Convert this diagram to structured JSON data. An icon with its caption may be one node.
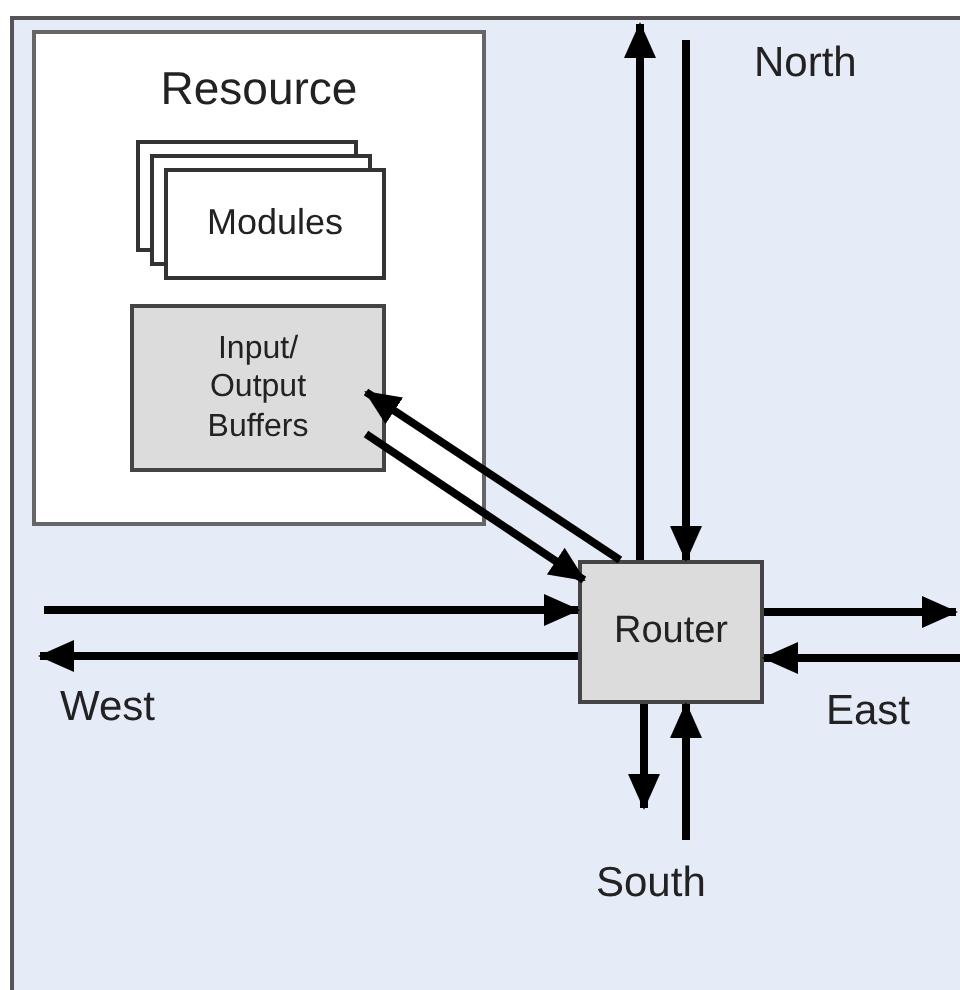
{
  "diagram": {
    "nodes": [
      {
        "text": [
          "Resource"
        ]
      },
      {
        "text": [
          "Modules"
        ],
        "in": 0
      },
      {
        "text": [
          "Input/ Output Buffers"
        ],
        "in": 0
      },
      {
        "text": [
          "Router"
        ]
      }
    ],
    "edges": [
      {
        "from": 3,
        "to": null,
        "arrow": "to"
      },
      {
        "from": null,
        "to": 3,
        "arrow": "to"
      },
      {
        "from": 3,
        "to": null,
        "arrow": "to"
      },
      {
        "from": null,
        "to": 3,
        "arrow": "to"
      },
      {
        "from": null,
        "to": 3,
        "arrow": "to"
      },
      {
        "from": 3,
        "to": null,
        "arrow": "to"
      },
      {
        "from": 3,
        "to": null,
        "arrow": "to"
      },
      {
        "from": null,
        "to": 3,
        "arrow": "to"
      },
      {
        "from": 3,
        "to": 2,
        "arrow": "to"
      },
      {
        "from": 2,
        "to": 3,
        "arrow": "to"
      }
    ],
    "labels": [
      "North",
      "West",
      "East",
      "South"
    ]
  }
}
